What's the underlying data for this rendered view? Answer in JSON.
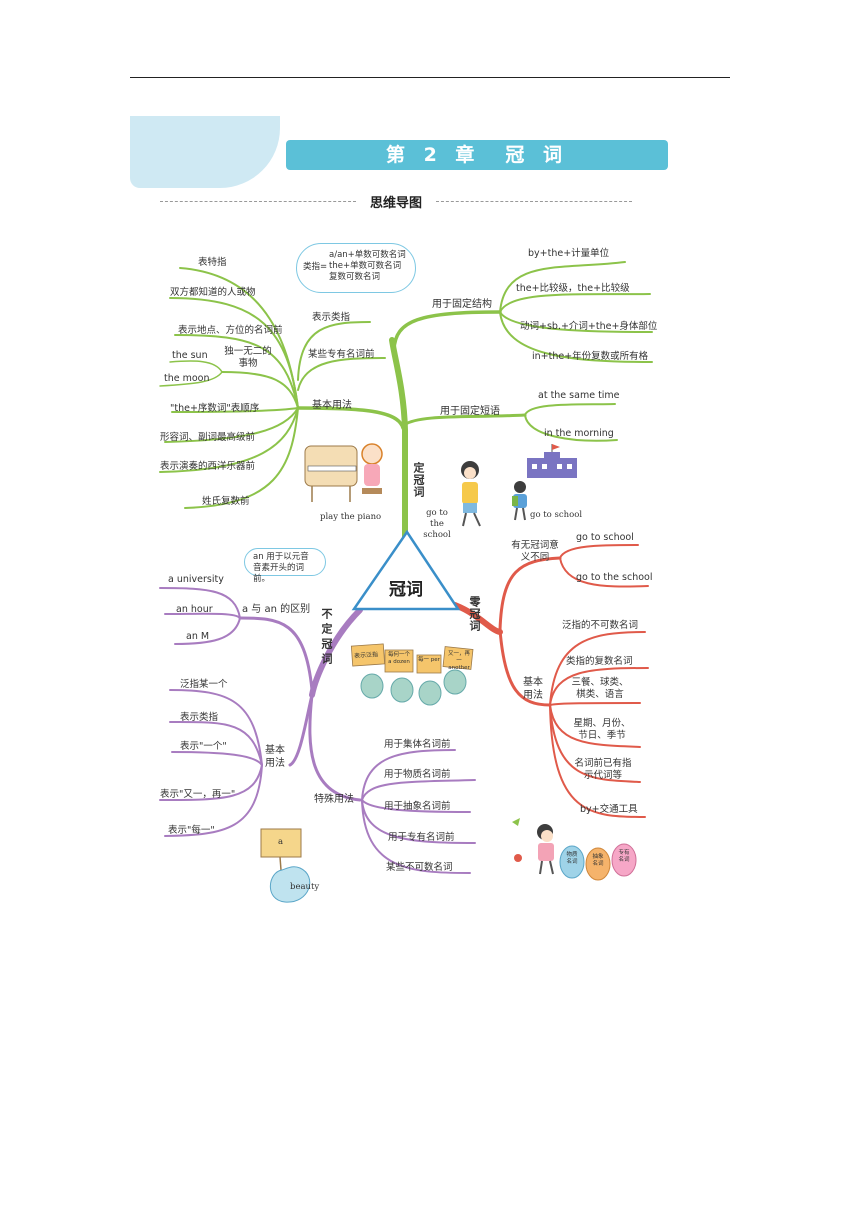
{
  "banner": {
    "title": "第 2 章　冠 词"
  },
  "subtitle": "思维导图",
  "core": "冠词",
  "definite": {
    "label": "定冠词",
    "basic": {
      "label": "基本用法",
      "items": [
        "表特指",
        "双方都知道的人或物",
        "表示地点、方位的名词前",
        "\"the+序数词\"表顺序",
        "形容词、副词最高级前",
        "表示演奏的西洋乐器前",
        "姓氏复数前"
      ],
      "unique": {
        "label": "独一无二的事物",
        "examples": [
          "the sun",
          "the moon"
        ]
      },
      "class_label": "表示类指",
      "proper_label": "某些专有名词前",
      "class_bubble": {
        "prefix": "类指=",
        "lines": [
          "a/an+单数可数名词",
          "the+单数可数名词",
          "复数可数名词"
        ]
      }
    },
    "fixed_structure": {
      "label": "用于固定结构",
      "items": [
        "by+the+计量单位",
        "the+比较级，the+比较级",
        "动词+sb.+介词+the+身体部位",
        "in+the+年份复数或所有格"
      ]
    },
    "fixed_phrase": {
      "label": "用于固定短语",
      "items": [
        "at the same time",
        "in the morning"
      ]
    },
    "captions": [
      "play the piano",
      "go to the school",
      "go to school"
    ]
  },
  "indefinite": {
    "label": "不定冠词",
    "difference": {
      "label": "a 与 an 的区别",
      "items": [
        "a university",
        "an hour",
        "an M"
      ],
      "bubble": "an 用于以元音音素开头的词前。"
    },
    "basic": {
      "label": "基本用法",
      "items": [
        "泛指某一个",
        "表示类指",
        "表示\"一个\"",
        "表示\"又一，再一\"",
        "表示\"每一\""
      ]
    },
    "special": {
      "label": "特殊用法",
      "items": [
        "用于集体名词前",
        "用于物质名词前",
        "用于抽象名词前",
        "用于专有名词前",
        "某些不可数名词"
      ]
    },
    "signs": [
      "表示泛指",
      "每何一个 a dozen",
      "每一 per",
      "又一，再一 another"
    ],
    "captions": [
      "a",
      "beauty"
    ]
  },
  "zero": {
    "label": "零冠词",
    "meaning": {
      "label": "有无冠词意义不同",
      "items": [
        "go to school",
        "go to the school"
      ]
    },
    "basic": {
      "label": "基本用法",
      "items": [
        "泛指的不可数名词",
        "类指的复数名词",
        "三餐、球类、棋类、语言",
        "星期、月份、节日、季节",
        "名词前已有指示代词等",
        "by+交通工具"
      ]
    },
    "signs": [
      "物质名词",
      "抽象名词",
      "专有名词"
    ]
  },
  "colors": {
    "green": "#8cc34a",
    "red": "#e05a4a",
    "purple": "#a87cc0",
    "blue": "#5bc0d7",
    "triangle": "#3a8fc9"
  }
}
